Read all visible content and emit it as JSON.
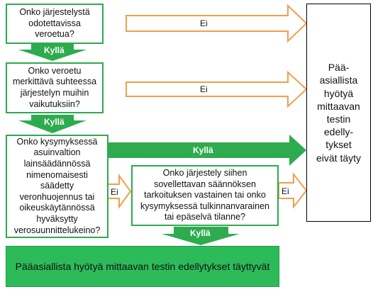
{
  "q1": "Onko järjestelystä\nodotettavissa\nveroetua?",
  "q2": "Onko veroetu\nmerkittävä suhteessa\njärjestelyn muihin\nvaikutuksiin?",
  "q3": "Onko kysymyksessä\nasuinvaltion\nlainsäädännössä\nnimenomaisesti\nsäädetty\nveronhuojennus tai\noikeuskäytännössä\nhyväksytty\nverosuunnittelukeino?",
  "q4": "Onko järjestely siihen\nsovellettavan säännöksen\ntarkoituksen vastainen tai onko\nkysymyksessä tulkinnanvarainen\ntai epäselvä tilanne?",
  "result_not_met": "Pää-\nasiallista\nhyötyä\nmittaavan\ntestin\nedelly-\ntykset\neivät täyty",
  "result_met": "Pääasiallista hyötyä mittaavan testin edellytykset täyttyvät",
  "yes": "Kyllä",
  "no": "Ei",
  "colors": {
    "green": "#2eab4e",
    "orange": "#f0a04b"
  }
}
